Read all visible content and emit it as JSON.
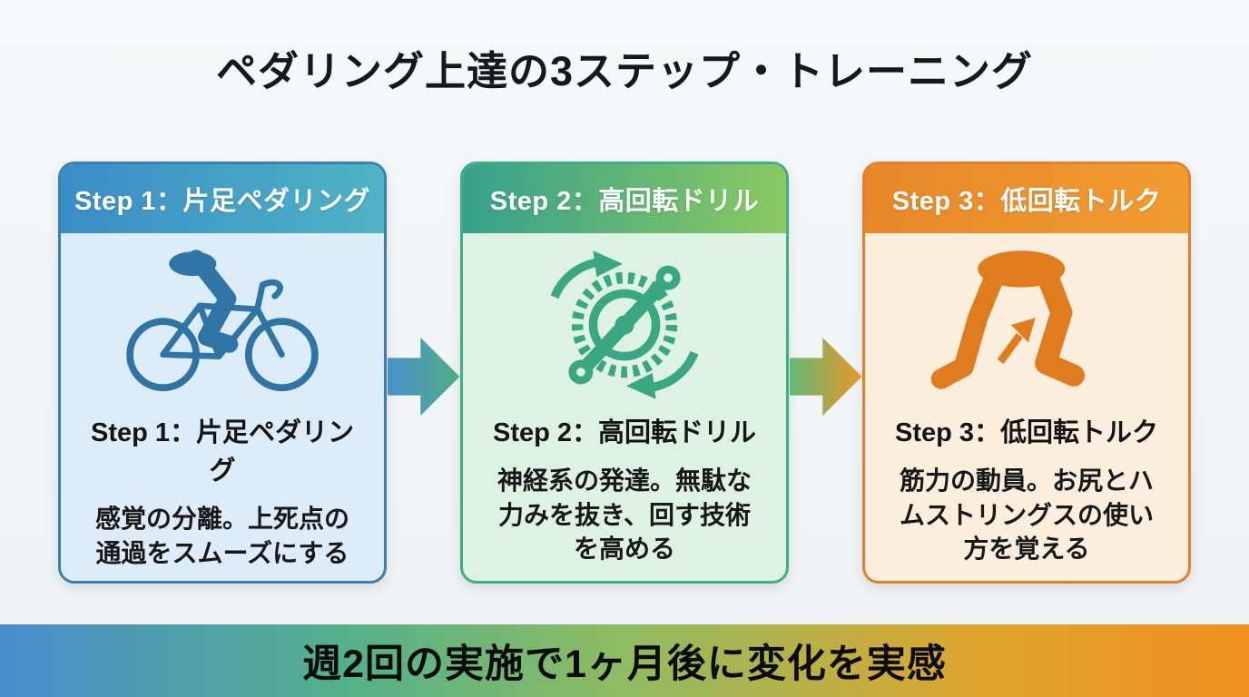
{
  "page": {
    "title": "ペダリング上達の3ステップ・トレーニング",
    "background_color": "#f2f5f6"
  },
  "steps": [
    {
      "header": "Step 1：片足ペダリング",
      "title": "Step 1：片足ペダリング",
      "description": "感覚の分離。上死点の通過をスムーズにする",
      "icon": "cyclist-one-leg-icon",
      "header_gradient": [
        "#3a8dc7",
        "#4fb3c4"
      ],
      "body_background": "#dcecf8",
      "border_color": "#3b7fb2",
      "icon_color": "#2e74a4"
    },
    {
      "header": "Step 2：高回転ドリル",
      "title": "Step 2：高回転ドリル",
      "description": "神経系の発達。無駄な力みを抜き、回す技術を高める",
      "icon": "crankset-spin-icon",
      "header_gradient": [
        "#35a18c",
        "#8bc961"
      ],
      "body_background": "#def2e3",
      "border_color": "#3fae85",
      "icon_color": "#3aa783"
    },
    {
      "header": "Step 3：低回転トルク",
      "title": "Step 3：低回転トルク",
      "description": "筋力の動員。お尻とハムストリングスの使い方を覚える",
      "icon": "muscular-legs-icon",
      "header_gradient": [
        "#e8872a",
        "#f09c30"
      ],
      "body_background": "#fbeedd",
      "border_color": "#e0812a",
      "icon_color": "#e07c1e"
    }
  ],
  "arrows": [
    {
      "name": "arrow-step1-to-step2",
      "gradient": [
        "#4a90cf",
        "#4fae7f"
      ]
    },
    {
      "name": "arrow-step2-to-step3",
      "gradient": [
        "#62b877",
        "#eb9726"
      ]
    }
  ],
  "footer": {
    "text": "週2回の実施で1ヶ月後に変化を実感",
    "gradient": [
      "#4a8cce",
      "#54b189",
      "#8fbc62",
      "#f08f1e"
    ]
  }
}
